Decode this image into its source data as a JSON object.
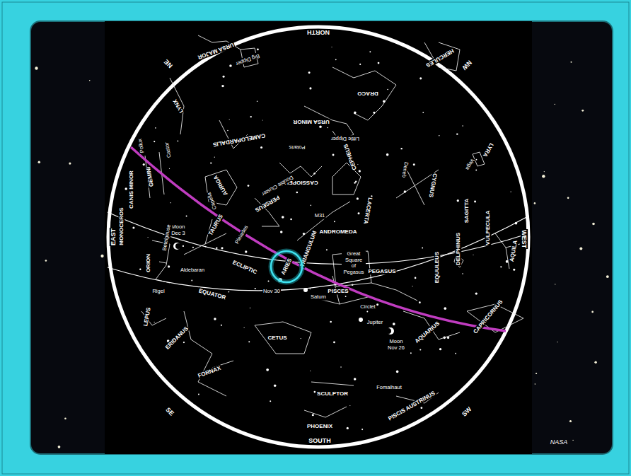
{
  "diagram": {
    "nodes": [
      {
        "text": [
          "ARIES"
        ]
      }
    ],
    "labels": [
      "NORTH",
      "SOUTH",
      "EAST",
      "WEST",
      "NE",
      "NW",
      "SE",
      "SW",
      "URSA MAJOR",
      "Big Dipper",
      "LYNX",
      "DRACO",
      "URSA MINOR",
      "Little Dipper",
      "Polaris",
      "HERCULES",
      "CAMELOPARDALIS",
      "CASSIOPEIA",
      "CEPHEUS",
      "LYRA",
      "Vega",
      "CYGNUS",
      "Deneb",
      "LACERTA",
      "ANDROMEDA",
      "PERSEUS",
      "Double Cluster",
      "M31",
      "TRIANGULUM",
      "AURIGA",
      "Capella",
      "GEMINI",
      "Castor",
      "Pollux",
      "TAURUS",
      "Pleiades",
      "Aldebaran",
      "Moon Dec 3",
      "ORION",
      "Betelgeuse",
      "Rigel",
      "MONOCEROS",
      "CANIS MINOR",
      "LEPUS",
      "ERIDANUS",
      "CETUS",
      "FORNAX",
      "SCULPTOR",
      "PHOENIX",
      "PISCIS AUSTRINUS",
      "Fomalhaut",
      "PISCES",
      "Circlet",
      "Nov 30",
      "Saturn",
      "ECLIPTIC",
      "EQUATOR",
      "Jupiter",
      "Moon Nov 26",
      "AQUARIUS",
      "CAPRICORNUS",
      "PEGASUS",
      "Great Square of Pegasus",
      "EQUULEUS",
      "DELPHINUS",
      "SAGITTA",
      "VULPECULA",
      "AQUILA",
      "NASA"
    ]
  }
}
